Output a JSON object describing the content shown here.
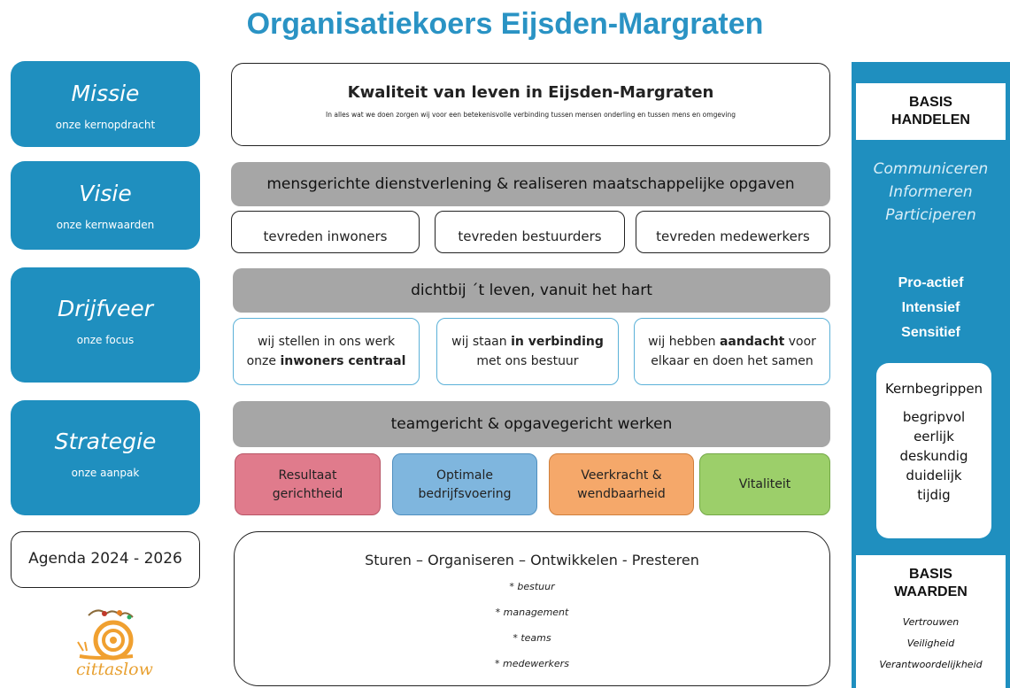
{
  "title": "Organisatiekoers Eijsden-Margraten",
  "left": {
    "missie": {
      "title": "Missie",
      "sub": "onze kernopdracht"
    },
    "visie": {
      "title": "Visie",
      "sub": "onze kernwaarden"
    },
    "drijfveer": {
      "title": "Drijfveer",
      "sub": "onze focus"
    },
    "strategie": {
      "title": "Strategie",
      "sub": "onze aanpak"
    },
    "agenda": "Agenda 2024 - 2026",
    "logo_text": "cittaslow"
  },
  "missie_box": {
    "heading": "Kwaliteit van leven in Eijsden-Margraten",
    "text": "In alles wat we doen zorgen wij voor een betekenisvolle verbinding tussen mensen onderling en tussen mens en omgeving"
  },
  "visie_row": {
    "bar": "mensgerichte dienstverlening & realiseren maatschappelijke opgaven",
    "items": [
      "tevreden inwoners",
      "tevreden bestuurders",
      "tevreden medewerkers"
    ]
  },
  "drijfveer_row": {
    "bar": "dichtbij ´t leven, vanuit het hart",
    "box1": {
      "line1": "wij stellen in ons werk",
      "line2a": "onze ",
      "line2b": "inwoners centraal"
    },
    "box2": {
      "line1a": "wij staan ",
      "line1b": "in verbinding",
      "line2": "met ons bestuur"
    },
    "box3": {
      "line1a": "wij hebben ",
      "line1b": "aandacht",
      "line1c": " voor",
      "line2": "elkaar en doen het samen"
    }
  },
  "strategie_row": {
    "bar": "teamgericht & opgavegericht werken",
    "items": [
      {
        "line1": "Resultaat",
        "line2": "gerichtheid",
        "color": "#e07b8c"
      },
      {
        "line1": "Optimale",
        "line2": "bedrijfsvoering",
        "color": "#7fb6de"
      },
      {
        "line1": "Veerkracht &",
        "line2": "wendbaarheid",
        "color": "#f5a86a"
      },
      {
        "line1": "Vitaliteit",
        "line2": "",
        "color": "#9ccf6a"
      }
    ]
  },
  "agenda_box": {
    "heading": "Sturen – Organiseren – Ontwikkelen - Presteren",
    "items": [
      "* bestuur",
      "* management",
      "* teams",
      "* medewerkers"
    ]
  },
  "right": {
    "basis_handelen": [
      "BASIS",
      "HANDELEN"
    ],
    "italic_items": [
      "Communiceren",
      "Informeren",
      "Participeren"
    ],
    "bold_items": [
      "Pro-actief",
      "Intensief",
      "Sensitief"
    ],
    "kernbegrippen": {
      "title": "Kernbegrippen",
      "items": [
        "begripvol",
        "eerlijk",
        "deskundig",
        "duidelijk",
        "tijdig"
      ]
    },
    "basis_waarden": [
      "BASIS",
      "WAARDEN"
    ],
    "waarden_items": [
      "Vertrouwen",
      "Veiligheid",
      "Verantwoordelijkheid"
    ]
  },
  "colors": {
    "blue": "#1f8fbf",
    "title_blue": "#2a93c4",
    "grey": "#a6a6a6"
  }
}
